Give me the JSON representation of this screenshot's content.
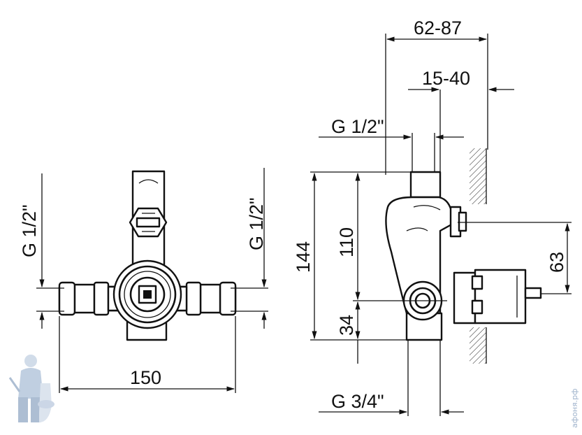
{
  "dimensions": {
    "front_total_width": "150",
    "front_left_thread": "G 1/2\"",
    "front_right_thread": "G 1/2\"",
    "side_depth_range": "62-87",
    "side_inner_depth_range": "15-40",
    "side_top_thread": "G 1/2\"",
    "side_total_height": "144",
    "side_upper_height": "110",
    "side_lower_height": "34",
    "side_spindle_offset": "63",
    "side_bottom_thread": "G 3/4\""
  },
  "watermark": {
    "site_text": "афоня.рф"
  },
  "colors": {
    "line": "#111111",
    "logo": "#9fb3cc"
  }
}
